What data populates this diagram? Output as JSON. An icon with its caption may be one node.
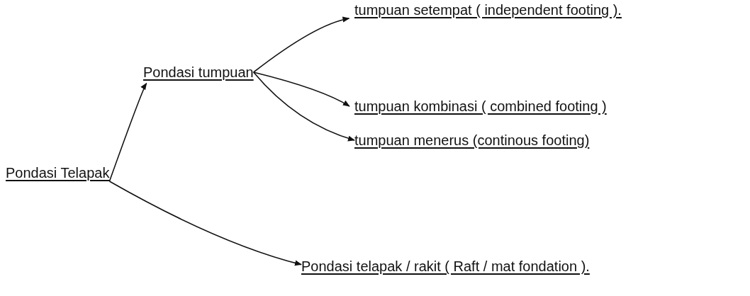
{
  "diagram": {
    "nodes": [
      {
        "text": [
          "Pondasi Telapak"
        ]
      },
      {
        "text": [
          "Pondasi tumpuan"
        ]
      },
      {
        "text": [
          "tumpuan setempat ( independent footing )."
        ]
      },
      {
        "text": [
          "tumpuan kombinasi ( combined footing )"
        ]
      },
      {
        "text": [
          "tumpuan menerus (continous footing)"
        ]
      },
      {
        "text": [
          "Pondasi telapak / rakit ( Raft / mat fondation )."
        ]
      }
    ],
    "edges": [
      {
        "from": 0,
        "to": 1,
        "arrow": "to"
      },
      {
        "from": 0,
        "to": 5,
        "arrow": "to"
      },
      {
        "from": 1,
        "to": 2,
        "arrow": "to"
      },
      {
        "from": 1,
        "to": 3,
        "arrow": "to"
      },
      {
        "from": 1,
        "to": 4,
        "arrow": "to"
      }
    ]
  }
}
